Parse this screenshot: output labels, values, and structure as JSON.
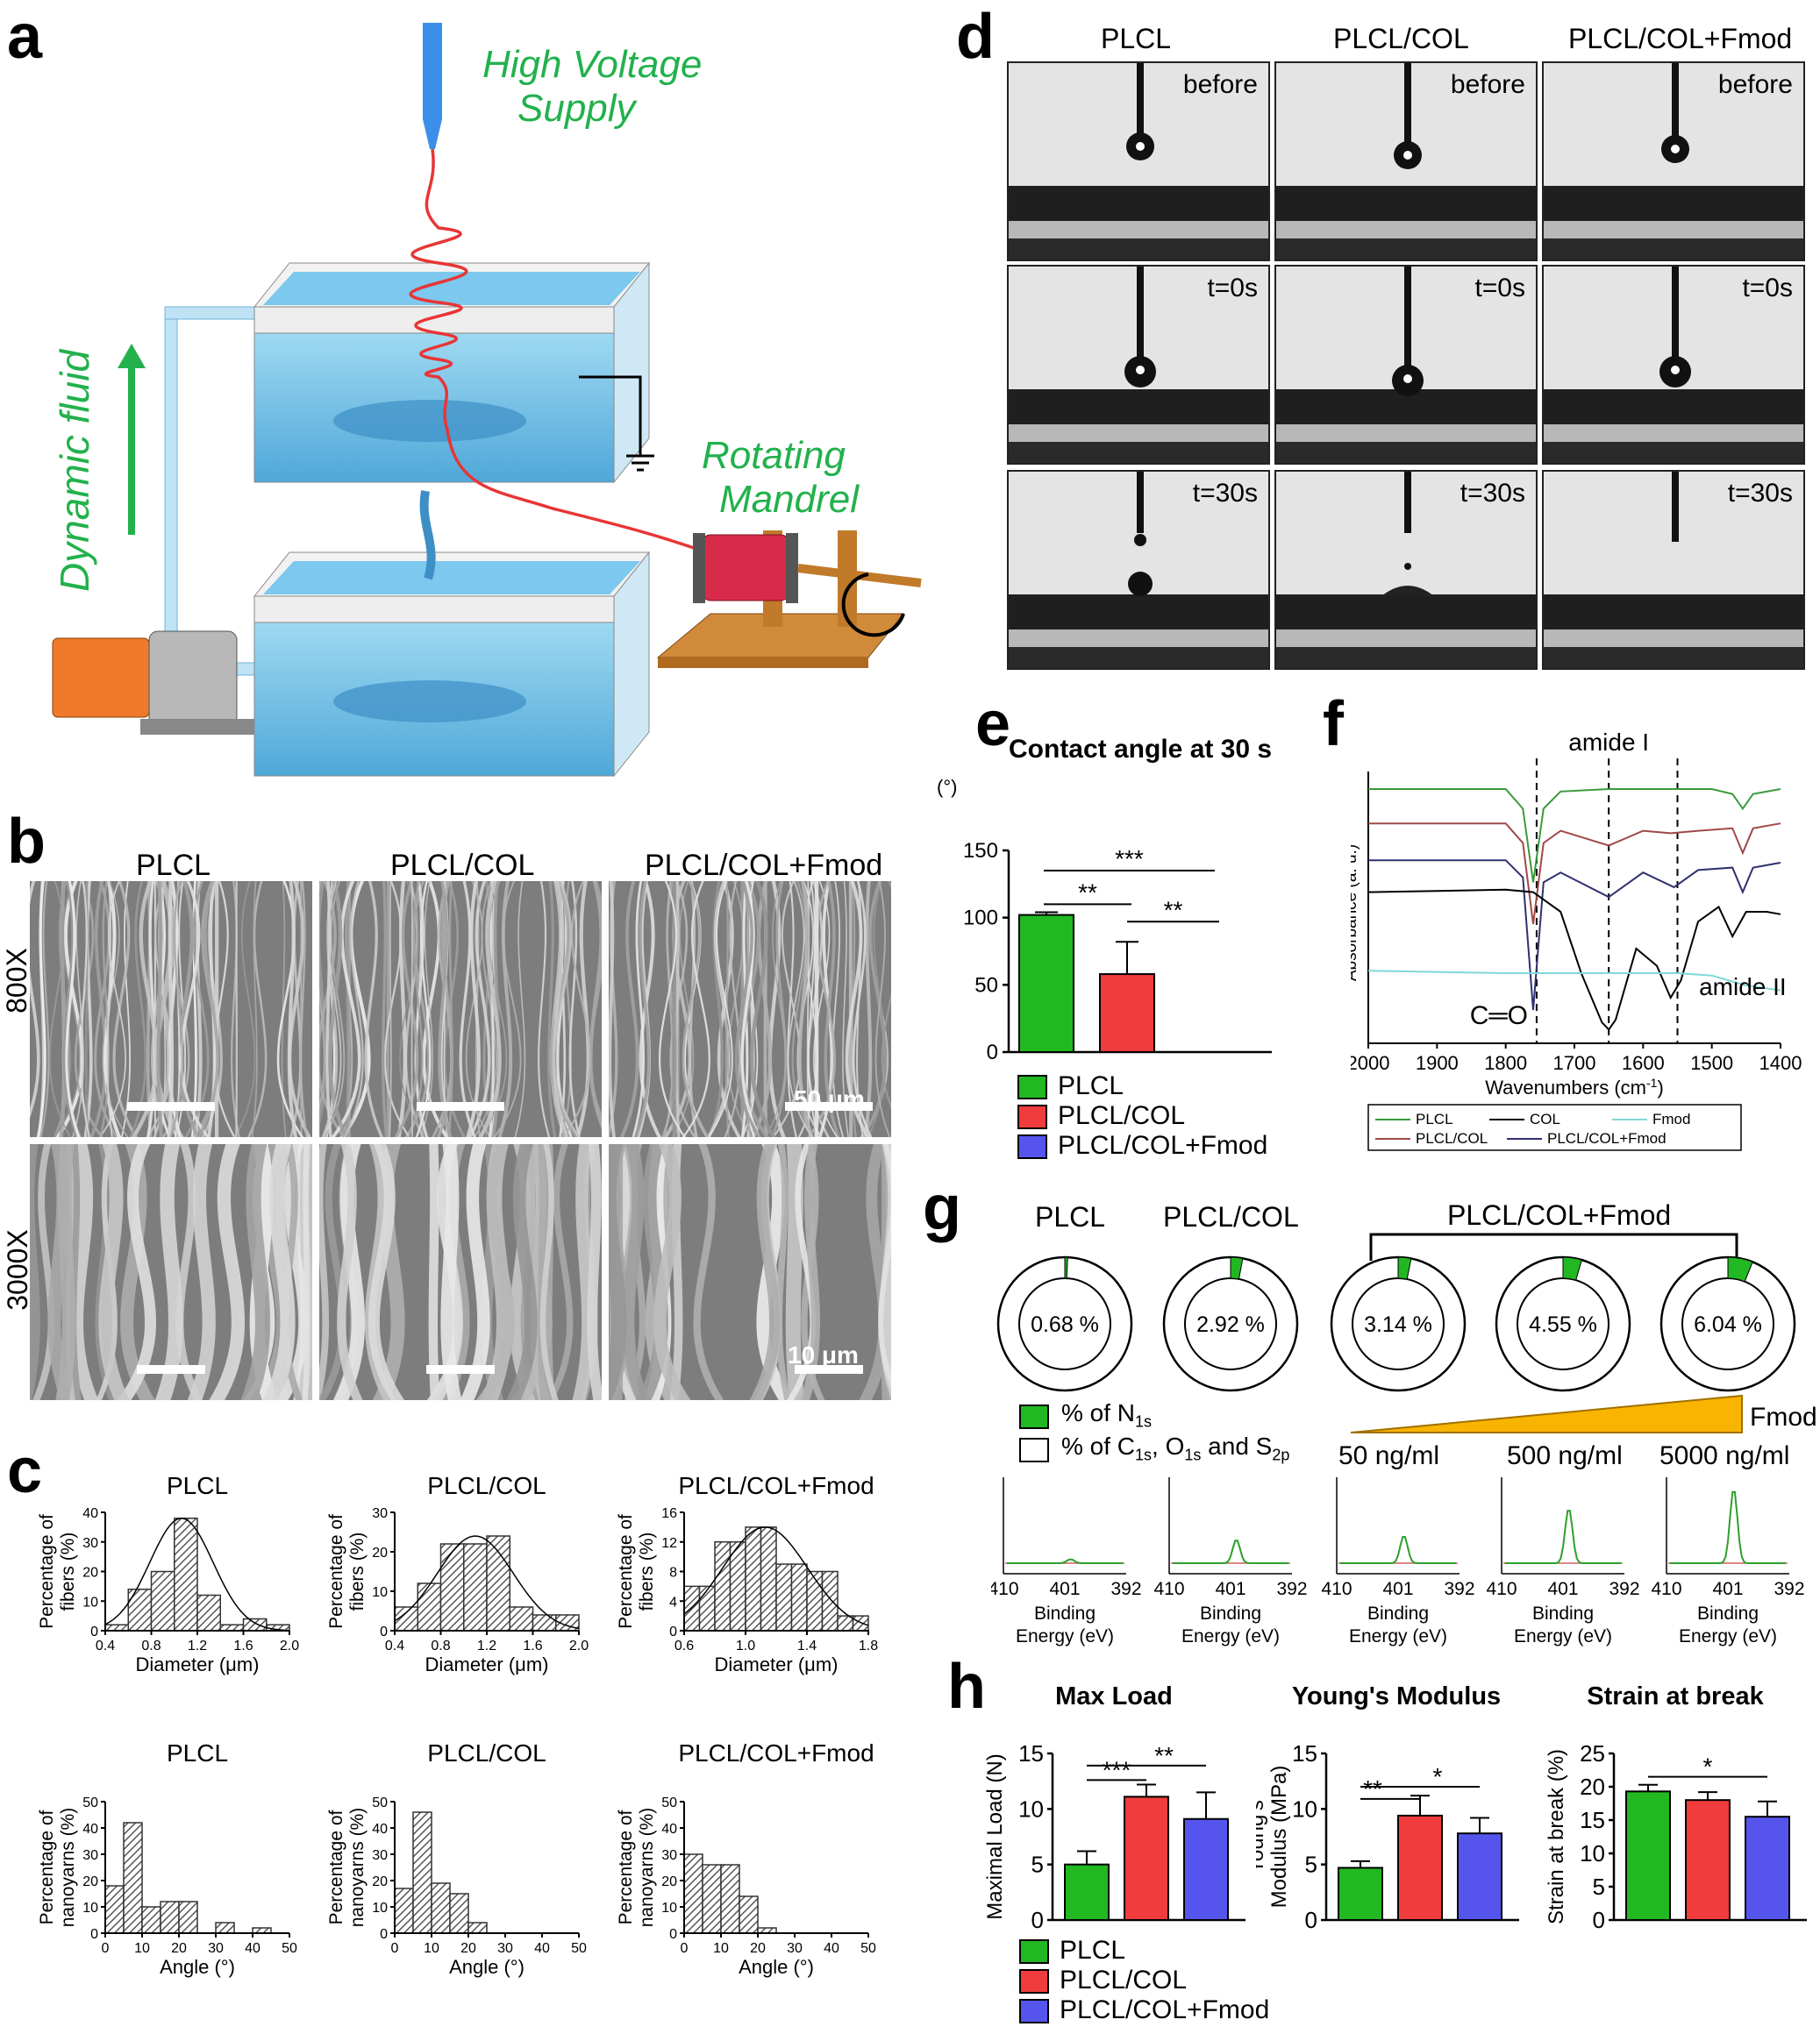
{
  "panels": {
    "a": "a",
    "b": "b",
    "c": "c",
    "d": "d",
    "e": "e",
    "f": "f",
    "g": "g",
    "h": "h"
  },
  "panel_a": {
    "high_voltage": [
      "High Voltage",
      "Supply"
    ],
    "rotating": [
      "Rotating",
      "Mandrel"
    ],
    "dynamic_fluid": "Dynamic fluid",
    "label_color": "#22b14c"
  },
  "groups": [
    "PLCL",
    "PLCL/COL",
    "PLCL/COL+Fmod"
  ],
  "colors": {
    "PLCL": "#22b822",
    "PLCL/COL": "#f03c3c",
    "PLCL/COL+Fmod": "#5555ee"
  },
  "panel_b": {
    "rows": [
      "800X",
      "3000X"
    ],
    "scale_bars": [
      "50 μm",
      "10 μm"
    ]
  },
  "panel_c": {
    "diameter_ylabel": [
      "Percentage of",
      "fibers (%)"
    ],
    "diameter_xlabel": "Diameter (μm)",
    "angle_ylabel": [
      "Percentage of",
      "nanoyarns (%)"
    ],
    "angle_xlabel": "Angle (°)"
  },
  "panel_d": {
    "rows": [
      "before",
      "t=0s",
      "t=30s"
    ]
  },
  "panel_e": {
    "title": "Contact angle at 30 s",
    "unit": "(°)",
    "sig": [
      "***",
      "**",
      "**"
    ]
  },
  "panel_f": {
    "ylabel": "Absorbance (a. u.)",
    "xlabel": "Wavenumbers (cm",
    "xlabel_sup": "-1",
    "xlabel_end": ")",
    "amide1": "amide I",
    "amide2": "amide II",
    "co": "C═O",
    "legend": [
      "PLCL",
      "COL",
      "Fmod",
      "PLCL/COL",
      "PLCL/COL+Fmod"
    ]
  },
  "panel_g": {
    "groups": [
      "PLCL",
      "PLCL/COL",
      "PLCL/COL+Fmod"
    ],
    "fmod": "Fmod",
    "concentrations": [
      "50 ng/ml",
      "500 ng/ml",
      "5000 ng/ml"
    ],
    "legend1": "% of N",
    "legend1_sub": "1s",
    "legend2": "% of C",
    "legend2_parts": [
      "1s",
      ", O",
      "1s",
      " and S",
      "2p"
    ],
    "xlabel": [
      "Binding",
      "Energy (eV)"
    ],
    "ticks": [
      "410",
      "401",
      "392"
    ]
  },
  "panel_h": {
    "titles": [
      "Max Load",
      "Young's Modulus",
      "Strain at break"
    ],
    "ylabels": [
      "Maximal Load (N)",
      "Young's",
      "Modulus (MPa)",
      "Strain at break (%)"
    ]
  },
  "chart_data": [
    {
      "id": "c-diam-plcl",
      "type": "bar",
      "title": "PLCL",
      "xlabel": "Diameter (μm)",
      "ylabel": "Percentage of fibers (%)",
      "x": [
        0.5,
        0.7,
        0.9,
        1.1,
        1.3,
        1.5,
        1.7,
        1.9
      ],
      "values": [
        2,
        14,
        20,
        38,
        12,
        2,
        4,
        2
      ],
      "xlim": [
        0.4,
        2.0
      ],
      "ylim": [
        0,
        40
      ],
      "xticks": [
        "0.4",
        "0.8",
        "1.2",
        "1.6",
        "2.0"
      ],
      "yticks": [
        "0",
        "10",
        "20",
        "30",
        "40"
      ]
    },
    {
      "id": "c-diam-col",
      "type": "bar",
      "title": "PLCL/COL",
      "xlabel": "Diameter (μm)",
      "ylabel": "Percentage of fibers (%)",
      "x": [
        0.5,
        0.7,
        0.9,
        1.1,
        1.3,
        1.5,
        1.7,
        1.9
      ],
      "values": [
        6,
        12,
        22,
        22,
        24,
        6,
        4,
        4
      ],
      "xlim": [
        0.4,
        2.0
      ],
      "ylim": [
        0,
        30
      ],
      "xticks": [
        "0.4",
        "0.8",
        "1.2",
        "1.6",
        "2.0"
      ],
      "yticks": [
        "0",
        "10",
        "20",
        "30"
      ]
    },
    {
      "id": "c-diam-fmod",
      "type": "bar",
      "title": "PLCL/COL+Fmod",
      "xlabel": "Diameter (μm)",
      "ylabel": "Percentage of fibers (%)",
      "x": [
        0.65,
        0.75,
        0.85,
        0.95,
        1.05,
        1.15,
        1.25,
        1.35,
        1.45,
        1.55,
        1.65,
        1.75
      ],
      "values": [
        6,
        6,
        12,
        12,
        14,
        14,
        9,
        9,
        8,
        8,
        2,
        2
      ],
      "xlim": [
        0.6,
        1.8
      ],
      "ylim": [
        0,
        16
      ],
      "xticks": [
        "0.6",
        "1.0",
        "1.4",
        "1.8"
      ],
      "yticks": [
        "0",
        "4",
        "8",
        "12",
        "16"
      ]
    },
    {
      "id": "c-angle-plcl",
      "type": "bar",
      "title": "PLCL",
      "xlabel": "Angle (°)",
      "ylabel": "Percentage of nanoyarns (%)",
      "x": [
        2.5,
        7.5,
        12.5,
        17.5,
        22.5,
        27.5,
        32.5,
        37.5,
        42.5,
        47.5
      ],
      "values": [
        18,
        42,
        10,
        12,
        12,
        0,
        4,
        0,
        2,
        0
      ],
      "xlim": [
        0,
        50
      ],
      "ylim": [
        0,
        50
      ],
      "xticks": [
        "0",
        "10",
        "20",
        "30",
        "40",
        "50"
      ],
      "yticks": [
        "0",
        "10",
        "20",
        "30",
        "40",
        "50"
      ]
    },
    {
      "id": "c-angle-col",
      "type": "bar",
      "title": "PLCL/COL",
      "xlabel": "Angle (°)",
      "ylabel": "Percentage of nanoyarns (%)",
      "x": [
        2.5,
        7.5,
        12.5,
        17.5,
        22.5,
        27.5,
        32.5,
        37.5,
        42.5,
        47.5
      ],
      "values": [
        17,
        46,
        19,
        15,
        4,
        0,
        0,
        0,
        0,
        0
      ],
      "xlim": [
        0,
        50
      ],
      "ylim": [
        0,
        50
      ],
      "xticks": [
        "0",
        "10",
        "20",
        "30",
        "40",
        "50"
      ],
      "yticks": [
        "0",
        "10",
        "20",
        "30",
        "40",
        "50"
      ]
    },
    {
      "id": "c-angle-fmod",
      "type": "bar",
      "title": "PLCL/COL+Fmod",
      "xlabel": "Angle (°)",
      "ylabel": "Percentage of nanoyarns (%)",
      "x": [
        2.5,
        7.5,
        12.5,
        17.5,
        22.5,
        27.5,
        32.5,
        37.5,
        42.5,
        47.5
      ],
      "values": [
        30,
        26,
        26,
        14,
        2,
        0,
        0,
        0,
        0,
        0
      ],
      "xlim": [
        0,
        50
      ],
      "ylim": [
        0,
        50
      ],
      "xticks": [
        "0",
        "10",
        "20",
        "30",
        "40",
        "50"
      ],
      "yticks": [
        "0",
        "10",
        "20",
        "30",
        "40",
        "50"
      ]
    },
    {
      "id": "e-contact",
      "type": "bar",
      "title": "Contact angle at 30 s",
      "categories": [
        "PLCL",
        "PLCL/COL",
        "PLCL/COL+Fmod"
      ],
      "values": [
        102,
        58,
        0
      ],
      "errors": [
        2,
        24,
        0
      ],
      "ylim": [
        0,
        150
      ],
      "yticks": [
        "0",
        "50",
        "100",
        "150"
      ]
    },
    {
      "id": "f-ftir",
      "type": "line",
      "xlabel": "Wavenumbers (cm-1)",
      "ylabel": "Absorbance (a. u.)",
      "xlim": [
        2000,
        1400
      ],
      "xticks": [
        "2000",
        "1900",
        "1800",
        "1700",
        "1600",
        "1500",
        "1400"
      ],
      "markers": [
        1755,
        1650,
        1550
      ],
      "series": [
        {
          "name": "PLCL",
          "color": "#3a9a3a",
          "offset": 0.0,
          "x": [
            2000,
            1800,
            1775,
            1760,
            1745,
            1720,
            1650,
            1600,
            1500,
            1470,
            1455,
            1440,
            1400
          ],
          "y": [
            1.0,
            1.0,
            0.92,
            0.62,
            0.92,
            0.99,
            1.0,
            1.0,
            1.0,
            0.98,
            0.92,
            0.98,
            1.0
          ]
        },
        {
          "name": "PLCL/COL",
          "color": "#a04848",
          "offset": 0.0,
          "x": [
            2000,
            1800,
            1775,
            1760,
            1745,
            1720,
            1650,
            1600,
            1560,
            1520,
            1470,
            1455,
            1440,
            1400
          ],
          "y": [
            0.86,
            0.86,
            0.78,
            0.45,
            0.78,
            0.83,
            0.77,
            0.83,
            0.82,
            0.83,
            0.84,
            0.74,
            0.84,
            0.86
          ]
        },
        {
          "name": "PLCL/COL+Fmod",
          "color": "#303070",
          "offset": 0.0,
          "x": [
            2000,
            1800,
            1775,
            1760,
            1745,
            1720,
            1650,
            1600,
            1555,
            1520,
            1470,
            1455,
            1440,
            1400
          ],
          "y": [
            0.71,
            0.71,
            0.64,
            0.1,
            0.62,
            0.66,
            0.56,
            0.66,
            0.6,
            0.67,
            0.68,
            0.58,
            0.68,
            0.7
          ]
        },
        {
          "name": "COL",
          "color": "#000000",
          "offset": 0.0,
          "x": [
            2000,
            1800,
            1760,
            1720,
            1690,
            1660,
            1650,
            1640,
            1610,
            1580,
            1560,
            1545,
            1520,
            1490,
            1470,
            1450,
            1420,
            1400
          ],
          "y": [
            0.58,
            0.59,
            0.58,
            0.5,
            0.25,
            0.05,
            0.02,
            0.06,
            0.35,
            0.28,
            0.15,
            0.22,
            0.46,
            0.52,
            0.4,
            0.5,
            0.5,
            0.49
          ]
        },
        {
          "name": "Fmod",
          "color": "#80d8d8",
          "offset": 0.0,
          "x": [
            2000,
            1800,
            1700,
            1650,
            1600,
            1550,
            1500,
            1450,
            1400
          ],
          "y": [
            0.26,
            0.25,
            0.25,
            0.25,
            0.25,
            0.25,
            0.24,
            0.2,
            0.18
          ]
        }
      ]
    },
    {
      "id": "g-xps",
      "type": "pie",
      "labels": [
        "PLCL",
        "PLCL/COL",
        "50 ng/ml",
        "500 ng/ml",
        "5000 ng/ml"
      ],
      "values": [
        0.68,
        2.92,
        3.14,
        4.55,
        6.04
      ],
      "value_labels": [
        "0.68 %",
        "2.92 %",
        "3.14 %",
        "4.55 %",
        "6.04 %"
      ],
      "peak_heights": [
        0.05,
        0.3,
        0.35,
        0.7,
        0.95
      ]
    },
    {
      "id": "h-maxload",
      "type": "bar",
      "title": "Max Load",
      "ylabel": "Maximal Load (N)",
      "categories": [
        "PLCL",
        "PLCL/COL",
        "PLCL/COL+Fmod"
      ],
      "values": [
        5.0,
        11.1,
        9.1
      ],
      "errors": [
        1.2,
        1.1,
        2.4
      ],
      "ylim": [
        0,
        15
      ],
      "yticks": [
        "0",
        "5",
        "10",
        "15"
      ],
      "sig": [
        "**",
        "***"
      ]
    },
    {
      "id": "h-young",
      "type": "bar",
      "title": "Young's Modulus",
      "ylabel": "Young's Modulus (MPa)",
      "categories": [
        "PLCL",
        "PLCL/COL",
        "PLCL/COL+Fmod"
      ],
      "values": [
        4.7,
        9.4,
        7.8
      ],
      "errors": [
        0.6,
        1.8,
        1.4
      ],
      "ylim": [
        0,
        15
      ],
      "yticks": [
        "0",
        "5",
        "10",
        "15"
      ],
      "sig": [
        "*",
        "**"
      ]
    },
    {
      "id": "h-strain",
      "type": "bar",
      "title": "Strain at break",
      "ylabel": "Strain at break (%)",
      "categories": [
        "PLCL",
        "PLCL/COL",
        "PLCL/COL+Fmod"
      ],
      "values": [
        19.3,
        18.0,
        15.5
      ],
      "errors": [
        1.0,
        1.2,
        2.3
      ],
      "ylim": [
        0,
        25
      ],
      "yticks": [
        "0",
        "5",
        "10",
        "15",
        "20",
        "25"
      ],
      "sig": [
        "*"
      ]
    }
  ]
}
